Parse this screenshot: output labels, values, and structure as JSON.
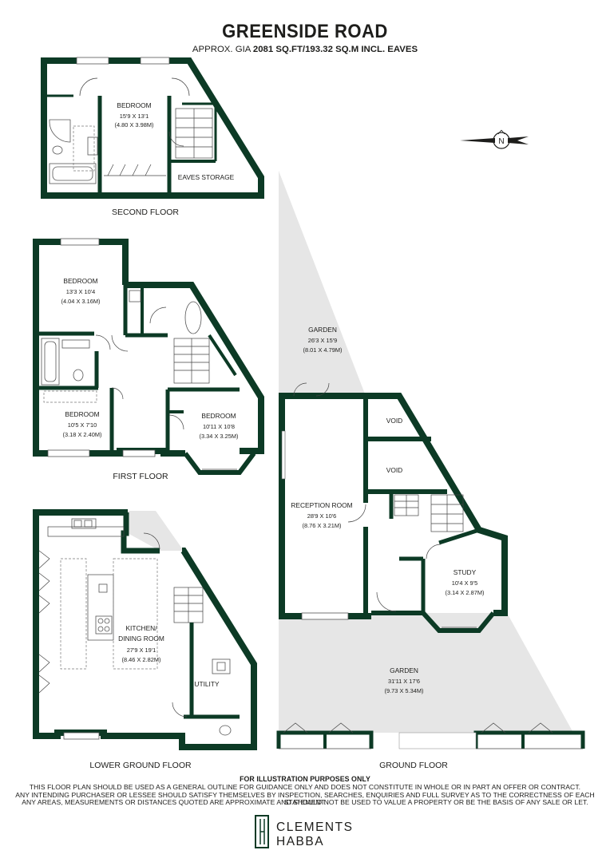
{
  "header": {
    "title": "GREENSIDE ROAD",
    "subtitle_prefix": "APPROX. GIA ",
    "subtitle_value": "2081 SQ.FT/193.32 SQ.M INCL. EAVES"
  },
  "compass": {
    "label": "N",
    "icon": "north-arrow-icon"
  },
  "floors": {
    "second": {
      "label": "SECOND FLOOR",
      "bedroom": {
        "name": "BEDROOM",
        "dims": [
          "15'9 X 13'1",
          "(4.80 X 3.98M)"
        ]
      },
      "eaves": {
        "name": "EAVES STORAGE"
      }
    },
    "first": {
      "label": "FIRST FLOOR",
      "bedroom1": {
        "name": "BEDROOM",
        "dims": [
          "13'3 X 10'4",
          "(4.04 X 3.16M)"
        ]
      },
      "bedroom2": {
        "name": "BEDROOM",
        "dims": [
          "10'5 X 7'10",
          "(3.18 X 2.40M)"
        ]
      },
      "bedroom3": {
        "name": "BEDROOM",
        "dims": [
          "10'11 X 10'8",
          "(3.34 X 3.25M)"
        ]
      }
    },
    "lower": {
      "label": "LOWER GROUND FLOOR",
      "kitchen": {
        "name": [
          "KITCHEN/",
          "DINING ROOM"
        ],
        "dims": [
          "27'9 X 19'1",
          "(8.46 X 2.82M)"
        ]
      },
      "utility": {
        "name": "UTILITY"
      }
    },
    "ground": {
      "label": "GROUND FLOOR",
      "garden_top": {
        "name": "GARDEN",
        "dims": [
          "26'3 X 15'9",
          "(8.01 X 4.79M)"
        ]
      },
      "void1": {
        "name": "VOID"
      },
      "void2": {
        "name": "VOID"
      },
      "reception": {
        "name": "RECEPTION ROOM",
        "dims": [
          "28'9 X 10'6",
          "(8.76 X 3.21M)"
        ]
      },
      "study": {
        "name": "STUDY",
        "dims": [
          "10'4 X 9'5",
          "(3.14 X 2.87M)"
        ]
      },
      "garden_bottom": {
        "name": "GARDEN",
        "dims": [
          "31'11 X 17'6",
          "(9.73 X 5.34M)"
        ]
      }
    }
  },
  "disclaimer": {
    "heading": "FOR ILLUSTRATION PURPOSES ONLY",
    "lines": [
      "THIS FLOOR PLAN SHOULD BE USED AS A GENERAL OUTLINE FOR GUIDANCE ONLY AND DOES NOT CONSTITUTE IN WHOLE OR IN PART AN OFFER OR CONTRACT.",
      "ANY INTENDING PURCHASER OR LESSEE SHOULD SATISFY THEMSELVES BY INSPECTION, SEARCHES, ENQUIRIES AND FULL SURVEY AS TO THE CORRECTNESS OF EACH STATEMENT.",
      "ANY AREAS, MEASUREMENTS OR DISTANCES QUOTED ARE APPROXIMATE AND SHOULD NOT BE USED TO VALUE A PROPERTY OR BE THE BASIS OF ANY SALE OR LET."
    ]
  },
  "logo": {
    "line1": "CLEMENTS",
    "line2": "HABBA"
  },
  "colors": {
    "wall": "#0c3a25",
    "garden": "#e6e6e6",
    "text": "#1d1d1b"
  }
}
